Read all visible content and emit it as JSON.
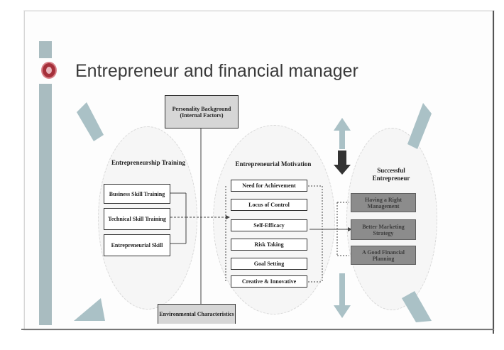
{
  "title": "Entrepreneur and financial manager",
  "personality_box": "Personality Background (Internal Factors)",
  "environment_box": "Environmental Characteristics",
  "training": {
    "heading": "Entrepreneurship Training",
    "items": [
      "Business Skill Training",
      "Technical Skill Training",
      "Entrepreneurial Skill"
    ]
  },
  "motivation": {
    "heading": "Entrepreneurial Motivation",
    "items": [
      "Need for Achievement",
      "Locus of Control",
      "Self-Efficacy",
      "Risk Taking",
      "Goal Setting",
      "Creative & Innovative"
    ]
  },
  "success": {
    "heading": "Successful Entrepreneur",
    "items": [
      "Having a Right Management",
      "Better Marketing Strategy",
      "A Good Financial Planning"
    ]
  },
  "colors": {
    "accent_bar": "#a9bcc0",
    "bullet": "#a5303a",
    "arrow": "#aac1c6",
    "success_box": "#8c8c8c"
  }
}
